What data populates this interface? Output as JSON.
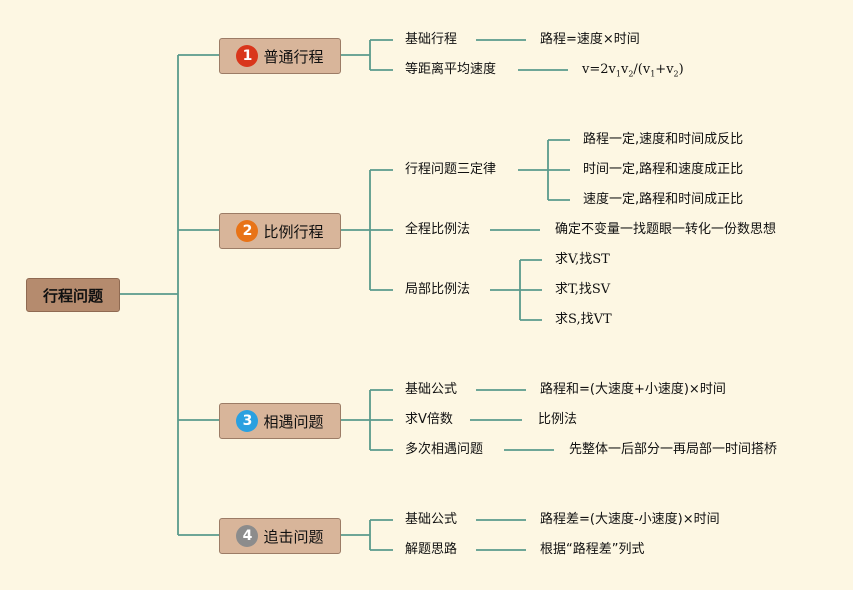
{
  "root": {
    "label": "行程问题"
  },
  "branches": [
    {
      "number": "1",
      "label": "普通行程",
      "badge_color": "#d9361b",
      "children": [
        {
          "label": "基础行程",
          "leaves": [
            "路程=速度×时间"
          ]
        },
        {
          "label": "等距离平均速度",
          "formula": {
            "v": "v=2v",
            "s1": "1",
            "v2": "v",
            "s2": "2",
            "mid": "/(v",
            "s3": "1",
            "plus": "+v",
            "s4": "2",
            "end": ")"
          }
        }
      ]
    },
    {
      "number": "2",
      "label": "比例行程",
      "badge_color": "#e87317",
      "children": [
        {
          "label": "行程问题三定律",
          "leaves": [
            "路程一定,速度和时间成反比",
            "时间一定,路程和速度成正比",
            "速度一定,路程和时间成正比"
          ]
        },
        {
          "label": "全程比例法",
          "leaves": [
            "确定不变量一找题眼一转化一份数思想"
          ]
        },
        {
          "label": "局部比例法",
          "leaves": [
            "求V,找ST",
            "求T,找SV",
            "求S,找VT"
          ]
        }
      ]
    },
    {
      "number": "3",
      "label": "相遇问题",
      "badge_color": "#2aa0e0",
      "children": [
        {
          "label": "基础公式",
          "leaves": [
            "路程和=(大速度+小速度)×时间"
          ]
        },
        {
          "label": "求V倍数",
          "leaves": [
            "比例法"
          ]
        },
        {
          "label": "多次相遇问题",
          "leaves": [
            "先整体一后部分一再局部一时间搭桥"
          ]
        }
      ]
    },
    {
      "number": "4",
      "label": "追击问题",
      "badge_color": "#8c8c8c",
      "children": [
        {
          "label": "基础公式",
          "leaves": [
            "路程差=(大速度-小速度)×时间"
          ]
        },
        {
          "label": "解题思路",
          "leaves": [
            "根据“路程差”列式"
          ]
        }
      ]
    }
  ],
  "colors": {
    "connector": "#5a9a8c",
    "background": "#fdf7e3"
  }
}
